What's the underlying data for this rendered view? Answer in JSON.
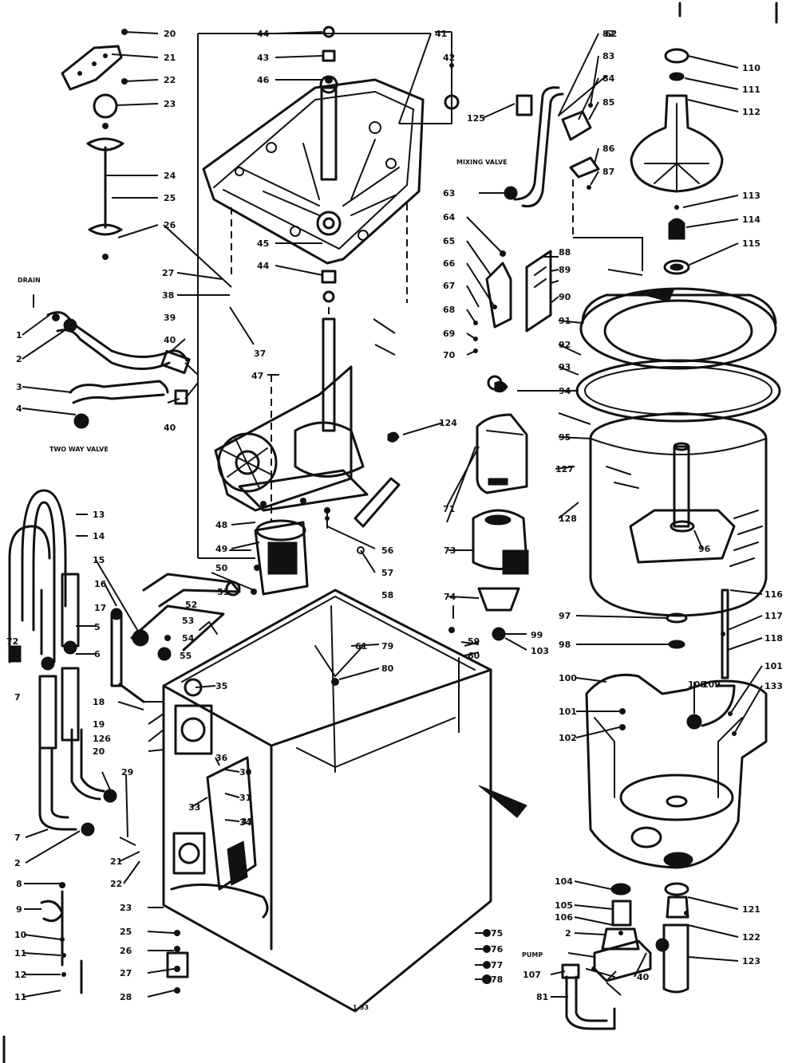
{
  "diagram": {
    "type": "exploded-parts-diagram",
    "text_labels": {
      "drain": "DRAIN",
      "two_way_valve": "TWO WAY VALVE",
      "mixing_valve": "MIXING VALVE",
      "pump": "PUMP"
    },
    "figure_id": "1-33",
    "callouts": [
      {
        "id": "c20",
        "num": "20"
      },
      {
        "id": "c21",
        "num": "21"
      },
      {
        "id": "c22",
        "num": "22"
      },
      {
        "id": "c23",
        "num": "23"
      },
      {
        "id": "c24",
        "num": "24"
      },
      {
        "id": "c25",
        "num": "25"
      },
      {
        "id": "c26",
        "num": "26"
      },
      {
        "id": "c27a",
        "num": "27"
      },
      {
        "id": "c38",
        "num": "38"
      },
      {
        "id": "c37",
        "num": "37"
      },
      {
        "id": "c39",
        "num": "39"
      },
      {
        "id": "c40a",
        "num": "40"
      },
      {
        "id": "c40b",
        "num": "40"
      },
      {
        "id": "c1",
        "num": "1"
      },
      {
        "id": "c2a",
        "num": "2"
      },
      {
        "id": "c3",
        "num": "3"
      },
      {
        "id": "c4",
        "num": "4"
      },
      {
        "id": "c44a",
        "num": "44"
      },
      {
        "id": "c43a",
        "num": "43"
      },
      {
        "id": "c46",
        "num": "46"
      },
      {
        "id": "c41",
        "num": "41"
      },
      {
        "id": "c42",
        "num": "42"
      },
      {
        "id": "c45",
        "num": "45"
      },
      {
        "id": "c44b",
        "num": "44"
      },
      {
        "id": "c47",
        "num": "47"
      },
      {
        "id": "c48",
        "num": "48"
      },
      {
        "id": "c49",
        "num": "49"
      },
      {
        "id": "c50",
        "num": "50"
      },
      {
        "id": "c51",
        "num": "51"
      },
      {
        "id": "c52",
        "num": "52"
      },
      {
        "id": "c53",
        "num": "53"
      },
      {
        "id": "c54",
        "num": "54"
      },
      {
        "id": "c55",
        "num": "55"
      },
      {
        "id": "c56",
        "num": "56"
      },
      {
        "id": "c57",
        "num": "57"
      },
      {
        "id": "c58",
        "num": "58"
      },
      {
        "id": "c13",
        "num": "13"
      },
      {
        "id": "c14",
        "num": "14"
      },
      {
        "id": "c15",
        "num": "15"
      },
      {
        "id": "c16",
        "num": "16"
      },
      {
        "id": "c17",
        "num": "17"
      },
      {
        "id": "c5",
        "num": "5"
      },
      {
        "id": "c6",
        "num": "6"
      },
      {
        "id": "c7a",
        "num": "7"
      },
      {
        "id": "c7b",
        "num": "7"
      },
      {
        "id": "c72",
        "num": "72"
      },
      {
        "id": "c18",
        "num": "18"
      },
      {
        "id": "c19",
        "num": "19"
      },
      {
        "id": "c126",
        "num": "126"
      },
      {
        "id": "c20b",
        "num": "20"
      },
      {
        "id": "c62",
        "num": "62"
      },
      {
        "id": "c63",
        "num": "63"
      },
      {
        "id": "c125",
        "num": "125"
      },
      {
        "id": "c64",
        "num": "64"
      },
      {
        "id": "c65",
        "num": "65"
      },
      {
        "id": "c66",
        "num": "66"
      },
      {
        "id": "c67",
        "num": "67"
      },
      {
        "id": "c68",
        "num": "68"
      },
      {
        "id": "c69",
        "num": "69"
      },
      {
        "id": "c70",
        "num": "70"
      },
      {
        "id": "c110",
        "num": "110"
      },
      {
        "id": "c111",
        "num": "111"
      },
      {
        "id": "c112",
        "num": "112"
      },
      {
        "id": "c113",
        "num": "113"
      },
      {
        "id": "c114",
        "num": "114"
      },
      {
        "id": "c115",
        "num": "115"
      },
      {
        "id": "c82",
        "num": "82"
      },
      {
        "id": "c83",
        "num": "83"
      },
      {
        "id": "c84",
        "num": "84"
      },
      {
        "id": "c85",
        "num": "85"
      },
      {
        "id": "c86",
        "num": "86"
      },
      {
        "id": "c87",
        "num": "87"
      },
      {
        "id": "c88",
        "num": "88"
      },
      {
        "id": "c89",
        "num": "89"
      },
      {
        "id": "c90",
        "num": "90"
      },
      {
        "id": "c91",
        "num": "91"
      },
      {
        "id": "c92",
        "num": "92"
      },
      {
        "id": "c93",
        "num": "93"
      },
      {
        "id": "c94",
        "num": "94"
      },
      {
        "id": "c95",
        "num": "95"
      },
      {
        "id": "c71",
        "num": "71"
      },
      {
        "id": "c73",
        "num": "73"
      },
      {
        "id": "c74",
        "num": "74"
      },
      {
        "id": "c124",
        "num": "124"
      },
      {
        "id": "c127",
        "num": "127"
      },
      {
        "id": "c128",
        "num": "128"
      },
      {
        "id": "c96",
        "num": "96"
      },
      {
        "id": "c97",
        "num": "97"
      },
      {
        "id": "c98",
        "num": "98"
      },
      {
        "id": "c99",
        "num": "99"
      },
      {
        "id": "c100",
        "num": "100"
      },
      {
        "id": "c101a",
        "num": "101"
      },
      {
        "id": "c102",
        "num": "102"
      },
      {
        "id": "c103",
        "num": "103"
      },
      {
        "id": "c108",
        "num": "108"
      },
      {
        "id": "c109",
        "num": "109"
      },
      {
        "id": "c116",
        "num": "116"
      },
      {
        "id": "c117",
        "num": "117"
      },
      {
        "id": "c118",
        "num": "118"
      },
      {
        "id": "c101b",
        "num": "101"
      },
      {
        "id": "c133",
        "num": "133"
      },
      {
        "id": "c104",
        "num": "104"
      },
      {
        "id": "c105",
        "num": "105"
      },
      {
        "id": "c106",
        "num": "106"
      },
      {
        "id": "c2b",
        "num": "2"
      },
      {
        "id": "c121",
        "num": "121"
      },
      {
        "id": "c122",
        "num": "122"
      },
      {
        "id": "c123",
        "num": "123"
      },
      {
        "id": "c107",
        "num": "107"
      },
      {
        "id": "c81",
        "num": "81"
      },
      {
        "id": "c40c",
        "num": "40"
      },
      {
        "id": "c75",
        "num": "75"
      },
      {
        "id": "c76",
        "num": "76"
      },
      {
        "id": "c77",
        "num": "77"
      },
      {
        "id": "c78",
        "num": "78"
      },
      {
        "id": "c79",
        "num": "79"
      },
      {
        "id": "c80",
        "num": "80"
      },
      {
        "id": "c8",
        "num": "8"
      },
      {
        "id": "c9",
        "num": "9"
      },
      {
        "id": "c10",
        "num": "10"
      },
      {
        "id": "c11a",
        "num": "11"
      },
      {
        "id": "c12",
        "num": "12"
      },
      {
        "id": "c11b",
        "num": "11"
      },
      {
        "id": "c2c",
        "num": "2"
      },
      {
        "id": "c21b",
        "num": "21"
      },
      {
        "id": "c22b",
        "num": "22"
      },
      {
        "id": "c29",
        "num": "29"
      },
      {
        "id": "c23b",
        "num": "23"
      },
      {
        "id": "c25b",
        "num": "25"
      },
      {
        "id": "c26b",
        "num": "26"
      },
      {
        "id": "c27b",
        "num": "27"
      },
      {
        "id": "c28",
        "num": "28"
      },
      {
        "id": "c30",
        "num": "30"
      },
      {
        "id": "c31",
        "num": "31"
      },
      {
        "id": "c32",
        "num": "32"
      },
      {
        "id": "c33",
        "num": "33"
      },
      {
        "id": "c34",
        "num": "34"
      },
      {
        "id": "c35",
        "num": "35"
      },
      {
        "id": "c36",
        "num": "36"
      },
      {
        "id": "c59",
        "num": "59"
      },
      {
        "id": "c60",
        "num": "60"
      },
      {
        "id": "c61",
        "num": "61"
      }
    ]
  }
}
